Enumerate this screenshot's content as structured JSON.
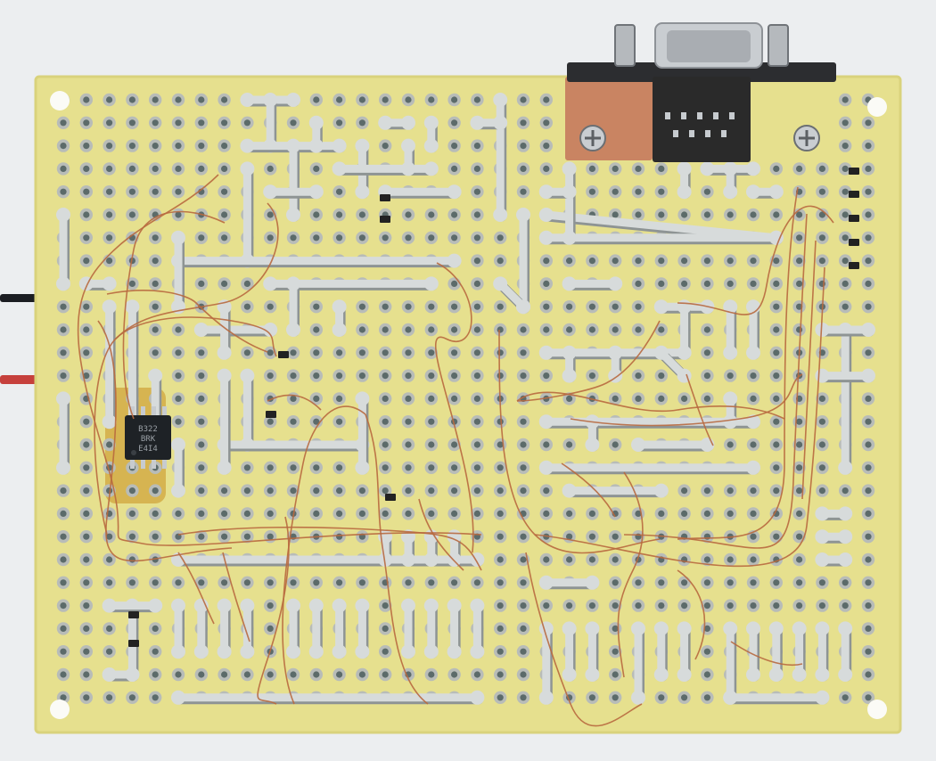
{
  "photo": {
    "subject": "",
    "colors": {
      "background": "#eceef0",
      "board": "#e6e08e",
      "board_edge": "#d9d27c",
      "hole": "#5c6b6a",
      "pad_ring": "#b8bcb8",
      "solder": "#d7dbdb",
      "solder_shadow": "#8e9494",
      "wire": "#b8693f",
      "connector_body": "#2a2a2a",
      "connector_metal": "#c7cbcf",
      "copper_plate": "#c98462",
      "ic_body": "#1e2226",
      "flux": "#c8901f",
      "cable_black": "#1b1d22",
      "cable_red": "#c6403c"
    },
    "chip": {
      "marking_lines": [
        "B322",
        "BRK",
        "E4I4"
      ]
    }
  }
}
